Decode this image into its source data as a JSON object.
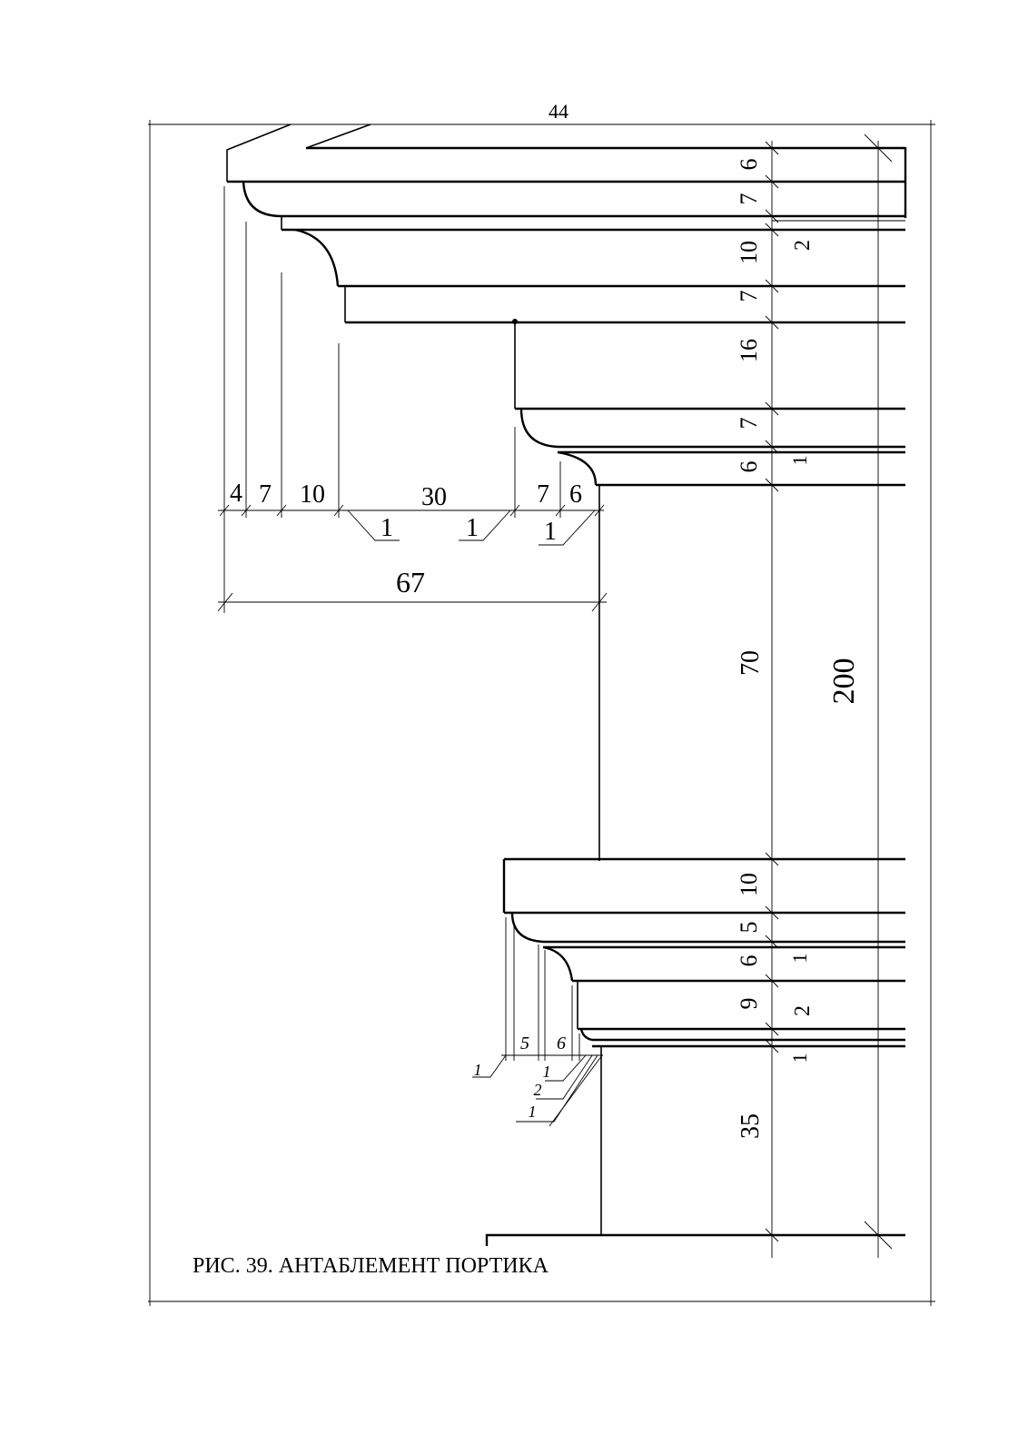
{
  "page_number": "44",
  "caption": "РИС. 39. АНТАБЛЕМЕНТ ПОРТИКА",
  "vertical_dims": [
    "6",
    "7",
    "10",
    "7",
    "16",
    "7",
    "6",
    "70",
    "10",
    "5",
    "6",
    "9",
    "35"
  ],
  "vertical_small": [
    "2",
    "1",
    "1",
    "2",
    "1"
  ],
  "total_height": "200",
  "top_projections": [
    "4",
    "7",
    "10",
    "30",
    "7",
    "6"
  ],
  "top_small_projections": [
    "1",
    "1",
    "1"
  ],
  "top_total": "67",
  "bottom_projections": [
    "5",
    "6"
  ],
  "bottom_small_projections": [
    "1",
    "1",
    "2",
    "1"
  ]
}
